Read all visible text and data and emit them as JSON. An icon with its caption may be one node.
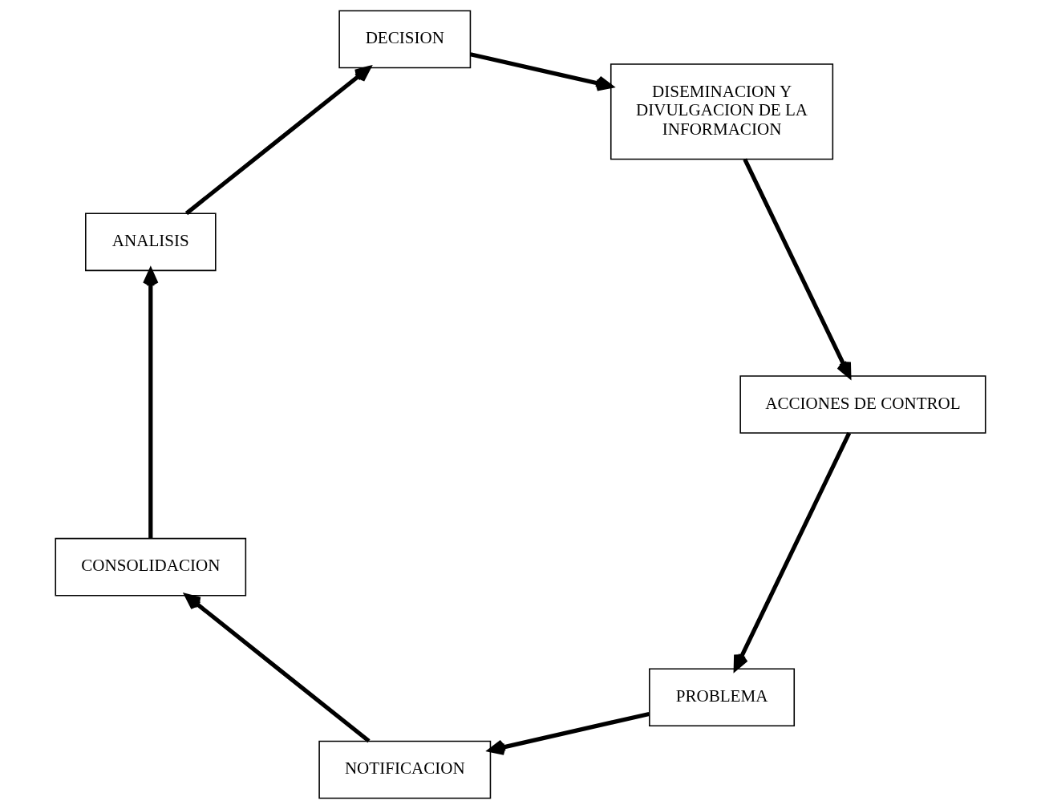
{
  "diagram": {
    "nodes": [
      {
        "text": [
          "PROBLEMA"
        ]
      },
      {
        "text": [
          "NOTIFICACION"
        ]
      },
      {
        "text": [
          "CONSOLIDACION"
        ]
      },
      {
        "text": [
          "ANALISIS"
        ]
      },
      {
        "text": [
          "DECISION"
        ]
      },
      {
        "text": [
          "DISEMINACION Y DIVULGACION DE LA INFORMACION"
        ]
      },
      {
        "text": [
          "ACCIONES DE CONTROL"
        ]
      }
    ],
    "edges": [
      {
        "from": 0,
        "to": 1,
        "arrow": "to"
      },
      {
        "from": 1,
        "to": 2,
        "arrow": "to"
      },
      {
        "from": 2,
        "to": 3,
        "arrow": "to"
      },
      {
        "from": 3,
        "to": 4,
        "arrow": "to"
      },
      {
        "from": 4,
        "to": 5,
        "arrow": "to"
      },
      {
        "from": 5,
        "to": 6,
        "arrow": "to"
      },
      {
        "from": 6,
        "to": 0,
        "arrow": "to"
      }
    ]
  }
}
